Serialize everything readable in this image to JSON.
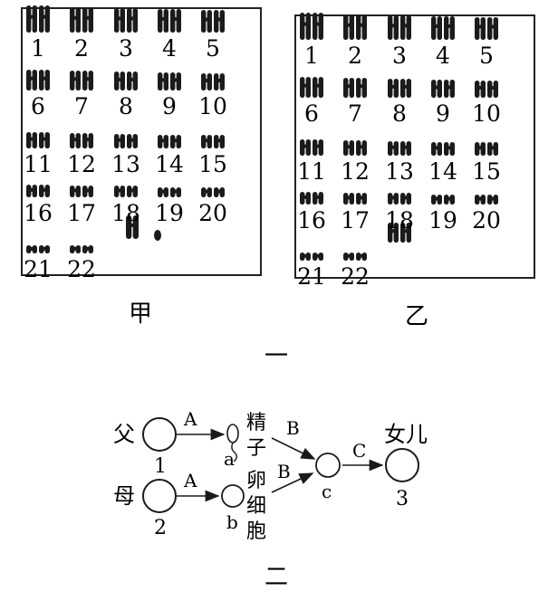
{
  "figure1": {
    "karyotype_a": {
      "caption": "甲",
      "numbers": [
        "1",
        "2",
        "3",
        "4",
        "5",
        "6",
        "7",
        "8",
        "9",
        "10",
        "11",
        "12",
        "13",
        "14",
        "15",
        "16",
        "17",
        "18",
        "19",
        "20",
        "21",
        "22"
      ]
    },
    "karyotype_b": {
      "caption": "乙",
      "numbers": [
        "1",
        "2",
        "3",
        "4",
        "5",
        "6",
        "7",
        "8",
        "9",
        "10",
        "11",
        "12",
        "13",
        "14",
        "15",
        "16",
        "17",
        "18",
        "19",
        "20",
        "21",
        "22"
      ]
    },
    "label": "一"
  },
  "figure2": {
    "father": "父",
    "mother": "母",
    "father_num": "1",
    "mother_num": "2",
    "arrow_a": "A",
    "arrow_b": "B",
    "arrow_c": "C",
    "sperm": [
      "精",
      "子"
    ],
    "egg": [
      "卵",
      "细",
      "胞"
    ],
    "cell_a": "a",
    "cell_b": "b",
    "cell_c": "c",
    "daughter": "女儿",
    "daughter_num": "3",
    "label": "二"
  }
}
